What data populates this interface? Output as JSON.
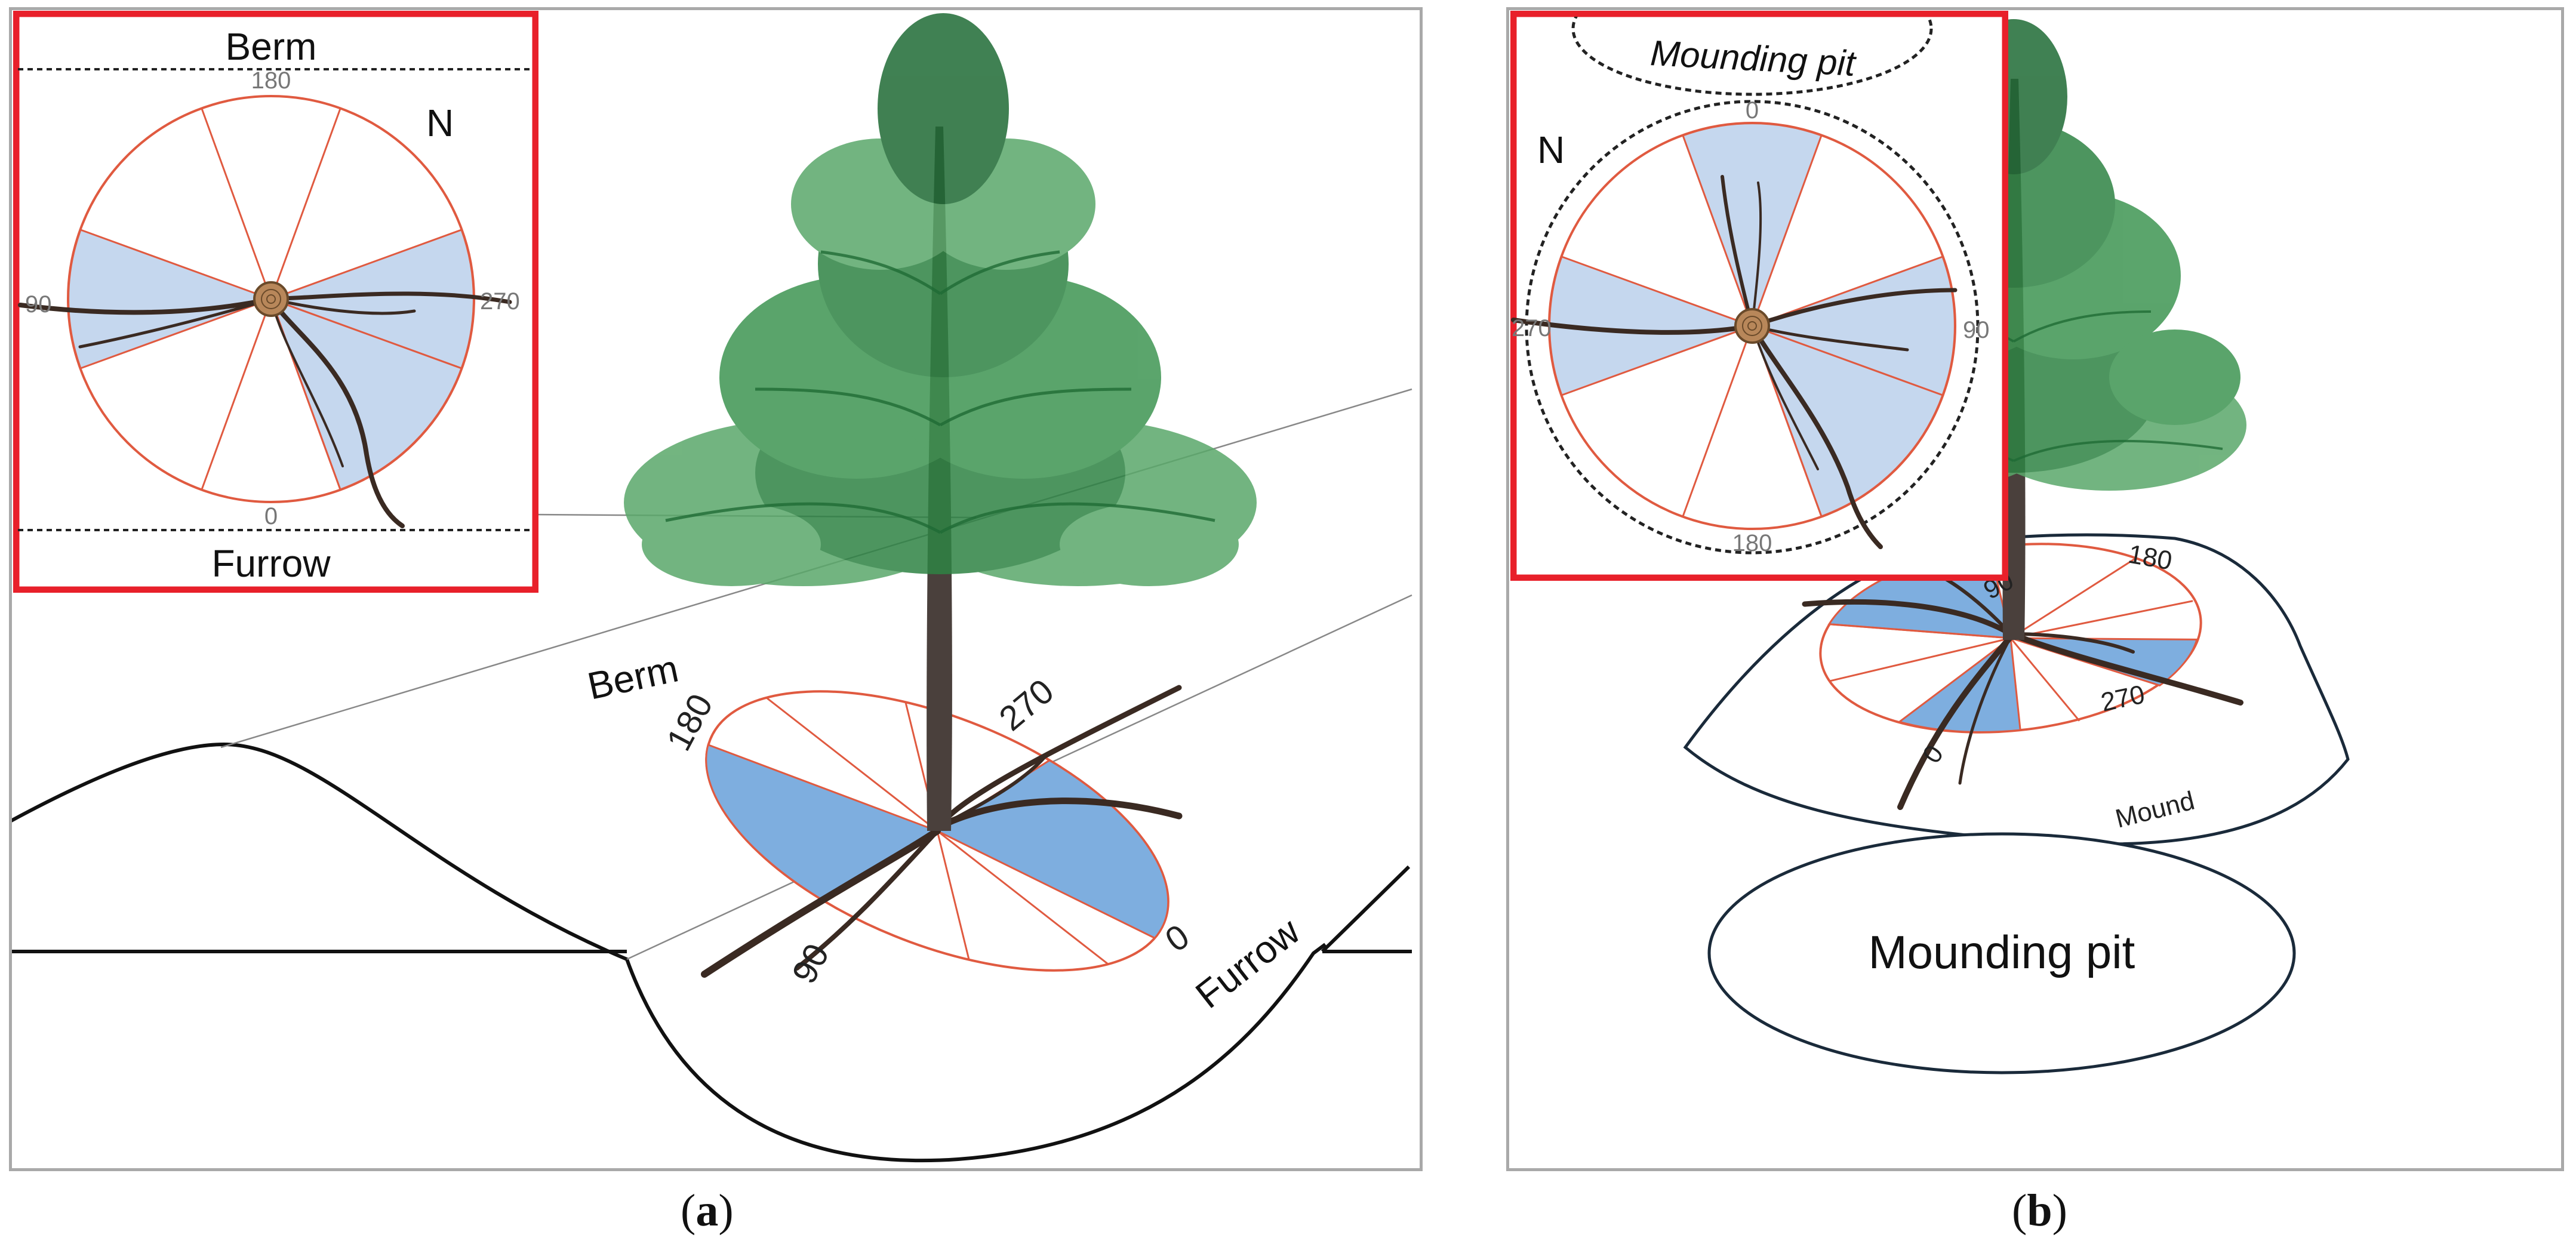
{
  "panel_a": {
    "caption_open": "(",
    "caption_letter": "a",
    "caption_close": ")",
    "inset": {
      "top_label": "Berm",
      "bottom_label": "Furrow",
      "north_label": "N",
      "tick_top": "180",
      "tick_bottom": "0",
      "tick_left": "90",
      "tick_right": "270"
    },
    "scene": {
      "berm_label": "Berm",
      "furrow_label": "Furrow",
      "tick_180": "180",
      "tick_270": "270",
      "tick_90": "90",
      "tick_0": "0"
    }
  },
  "panel_b": {
    "caption_open": "(",
    "caption_letter": "b",
    "caption_close": ")",
    "inset": {
      "pit_label": "Mounding pit",
      "north_label": "N",
      "tick_top": "0",
      "tick_bottom": "180",
      "tick_left": "270",
      "tick_right": "90"
    },
    "scene": {
      "mound_label": "Mound",
      "pit_label": "Mounding pit",
      "tick_180": "180",
      "tick_90": "90",
      "tick_270": "270",
      "tick_0": "0"
    }
  },
  "colors": {
    "frame": "#a9a9a9",
    "inset_border": "#e8202a",
    "sector_fill": "#c5d7ee",
    "sector_fill_scene": "#7eaedf",
    "sector_line": "#e05a40",
    "root": "#3a2a22",
    "needle_dark": "#1f6b35",
    "needle_light": "#5aa86a",
    "trunk": "#4a403c"
  }
}
